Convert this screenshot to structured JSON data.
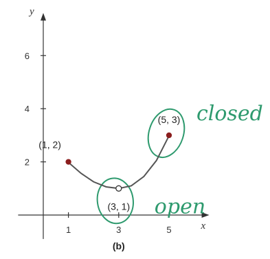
{
  "chart_data": {
    "type": "line",
    "caption": "(b)",
    "xlabel": "x",
    "ylabel": "y",
    "xlim": [
      -1,
      6.6
    ],
    "ylim": [
      -0.9,
      7.6
    ],
    "x_ticks": [
      1,
      3,
      5
    ],
    "y_ticks": [
      2,
      4,
      6
    ],
    "grid": false,
    "series": [
      {
        "points": [
          {
            "x": 1,
            "y": 1.98
          },
          {
            "x": 1.5,
            "y": 1.57
          },
          {
            "x": 2,
            "y": 1.25
          },
          {
            "x": 2.5,
            "y": 1.06
          },
          {
            "x": 3,
            "y": 1.0
          },
          {
            "x": 3.5,
            "y": 1.1
          },
          {
            "x": 4,
            "y": 1.45
          },
          {
            "x": 4.5,
            "y": 2.05
          },
          {
            "x": 5,
            "y": 2.98
          }
        ]
      }
    ],
    "endpoints": [
      {
        "x": 1,
        "y": 2,
        "label": "(1, 2)",
        "style": "filled"
      },
      {
        "x": 3,
        "y": 1,
        "label": "(3, 1)",
        "style": "open"
      },
      {
        "x": 5,
        "y": 3,
        "label": "(5, 3)",
        "style": "filled"
      }
    ],
    "annotations": [
      {
        "text": "closed",
        "color": "#2e9a6e"
      },
      {
        "text": "open",
        "color": "#2e9a6e"
      }
    ],
    "colors": {
      "curve": "#555555",
      "axis": "#333333",
      "filled_point": "#8b1e1e",
      "handwriting": "#2e9a6e"
    }
  }
}
